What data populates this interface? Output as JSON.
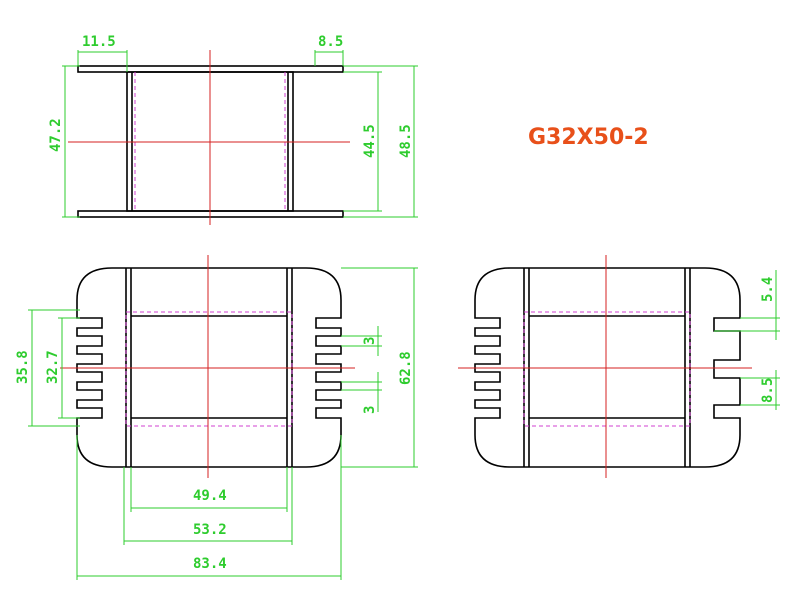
{
  "title": "G32X50-2",
  "colors": {
    "outline": "#000000",
    "centerline": "#d42020",
    "hidden": "#d040d0",
    "dimension": "#2ecc2e",
    "title": "#e8501a"
  },
  "dimensions": {
    "top_flange_left": "11.5",
    "top_flange_right": "8.5",
    "top_height_left": "47.2",
    "top_inner_height": "44.5",
    "top_outer_height": "48.5",
    "front_outer_height": "35.8",
    "front_slot_height": "32.7",
    "front_pin_pitch_a": "3",
    "front_pin_pitch_b": "3",
    "front_total_height": "62.8",
    "front_inner_width": "49.4",
    "front_mid_width": "53.2",
    "front_total_width": "83.4",
    "side_notch_a": "5.4",
    "side_notch_b": "8.5"
  }
}
